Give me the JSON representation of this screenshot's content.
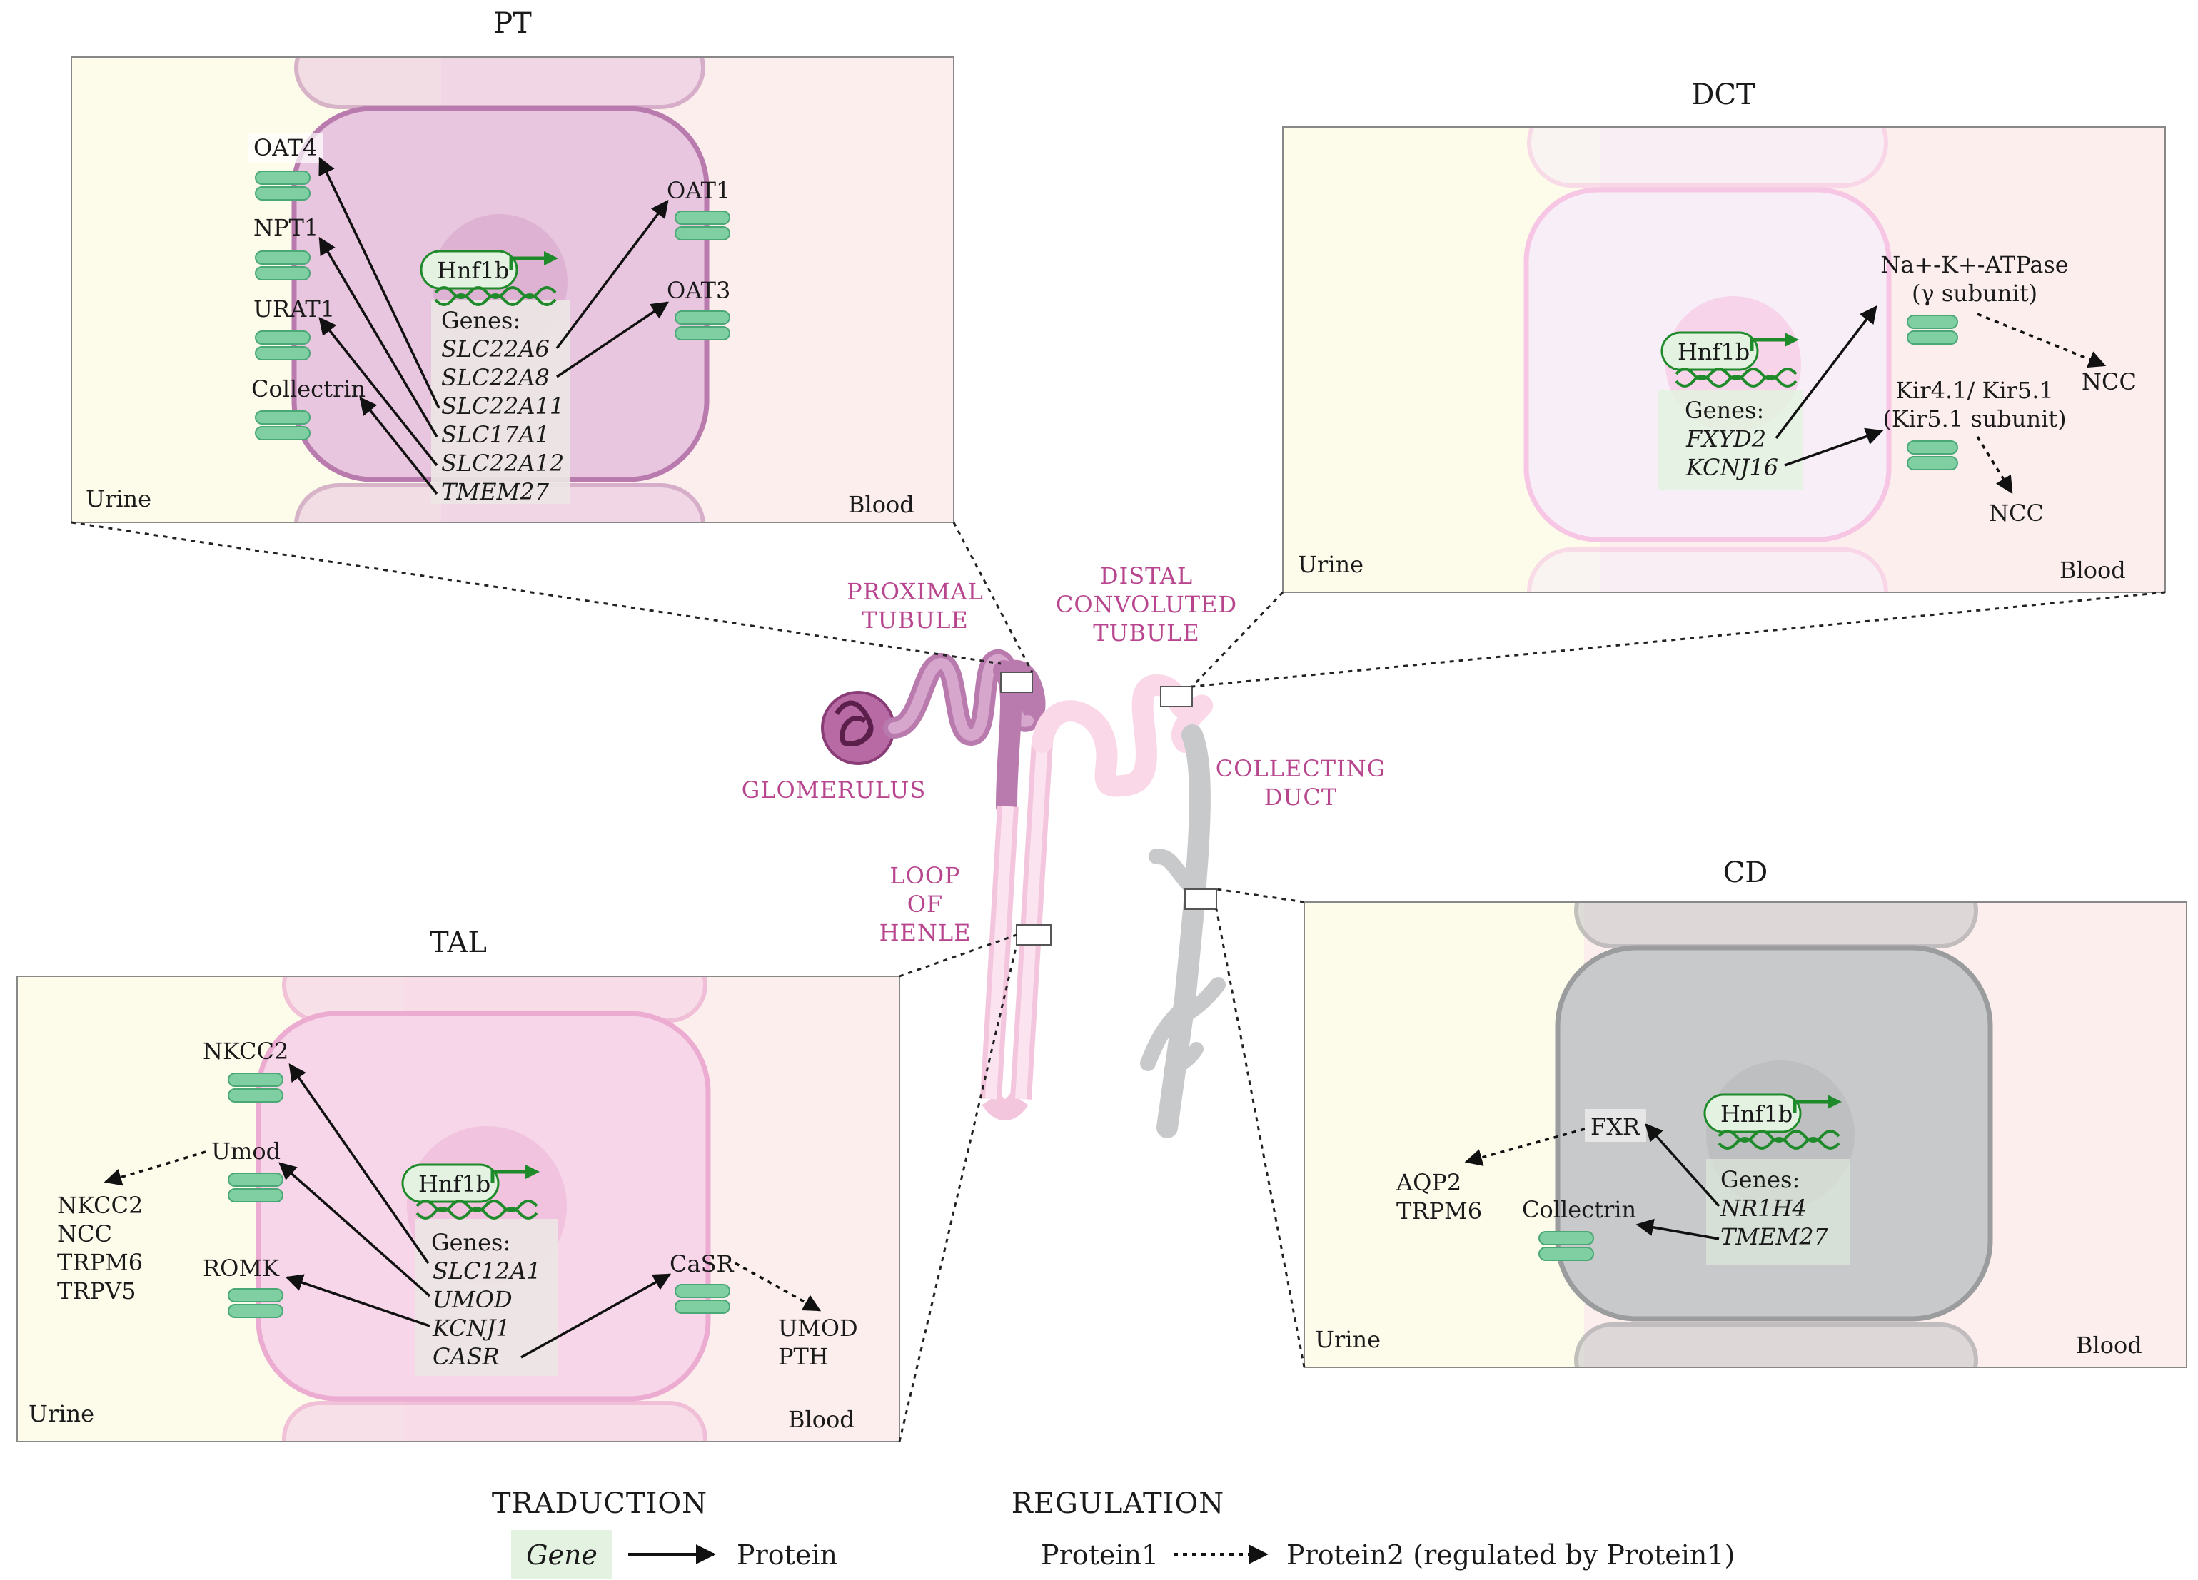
{
  "panels": {
    "pt": {
      "title": "PT",
      "urine": "Urine",
      "blood": "Blood",
      "tf": "Hnf1b",
      "genes_header": "Genes:",
      "genes": [
        "SLC22A6",
        "SLC22A8",
        "SLC22A11",
        "SLC17A1",
        "SLC22A12",
        "TMEM27"
      ],
      "proteins": [
        "OAT4",
        "NPT1",
        "URAT1",
        "Collectrin",
        "OAT1",
        "OAT3"
      ]
    },
    "dct": {
      "title": "DCT",
      "urine": "Urine",
      "blood": "Blood",
      "tf": "Hnf1b",
      "genes_header": "Genes:",
      "genes": [
        "FXYD2",
        "KCNJ16"
      ],
      "protein1_line1": "Na+-K+-ATPase",
      "protein1_line2": "(γ subunit)",
      "protein2_line1": "Kir4.1/ Kir5.1",
      "protein2_line2": "(Kir5.1 subunit)",
      "regulated1": "NCC",
      "regulated2": "NCC"
    },
    "tal": {
      "title": "TAL",
      "urine": "Urine",
      "blood": "Blood",
      "tf": "Hnf1b",
      "genes_header": "Genes:",
      "genes": [
        "SLC12A1",
        "UMOD",
        "KCNJ1",
        "CASR"
      ],
      "proteins": [
        "NKCC2",
        "Umod",
        "ROMK",
        "CaSR"
      ],
      "umod_targets": [
        "NKCC2",
        "NCC",
        "TRPM6",
        "TRPV5"
      ],
      "casr_targets": [
        "UMOD",
        "PTH"
      ]
    },
    "cd": {
      "title": "CD",
      "urine": "Urine",
      "blood": "Blood",
      "tf": "Hnf1b",
      "genes_header": "Genes:",
      "genes": [
        "NR1H4",
        "TMEM27"
      ],
      "proteins": [
        "FXR",
        "Collectrin"
      ],
      "fxr_targets": [
        "AQP2",
        "TRPM6"
      ]
    }
  },
  "nephron": {
    "proximal": [
      "PROXIMAL",
      "TUBULE"
    ],
    "distal": [
      "DISTAL",
      "CONVOLUTED",
      "TUBULE"
    ],
    "glomerulus": "GLOMERULUS",
    "loop": [
      "LOOP",
      "OF",
      "HENLE"
    ],
    "collecting": [
      "COLLECTING",
      "DUCT"
    ]
  },
  "legend": {
    "traduction_title": "TRADUCTION",
    "gene": "Gene",
    "protein": "Protein",
    "regulation_title": "REGULATION",
    "protein1": "Protein1",
    "protein2": "Protein2 (regulated by Protein1)"
  },
  "colors": {
    "urine_bg": "#fdfbea",
    "blood_bg": "#fdeeee",
    "pt_cell": "#e9c6df",
    "pt_border": "#b97aad",
    "tal_cell": "#f6d6e8",
    "tal_border": "#ecabd0",
    "dct_cell": "#f8eef8",
    "dct_border": "#f6c6e4",
    "cd_cell": "#c8c9cb",
    "cd_border": "#9a9c9e",
    "transporter": "#7fcfa3",
    "dna": "#1e8a2a",
    "gene_box": "#e3f2e1",
    "segment_text": "#b8468f"
  }
}
